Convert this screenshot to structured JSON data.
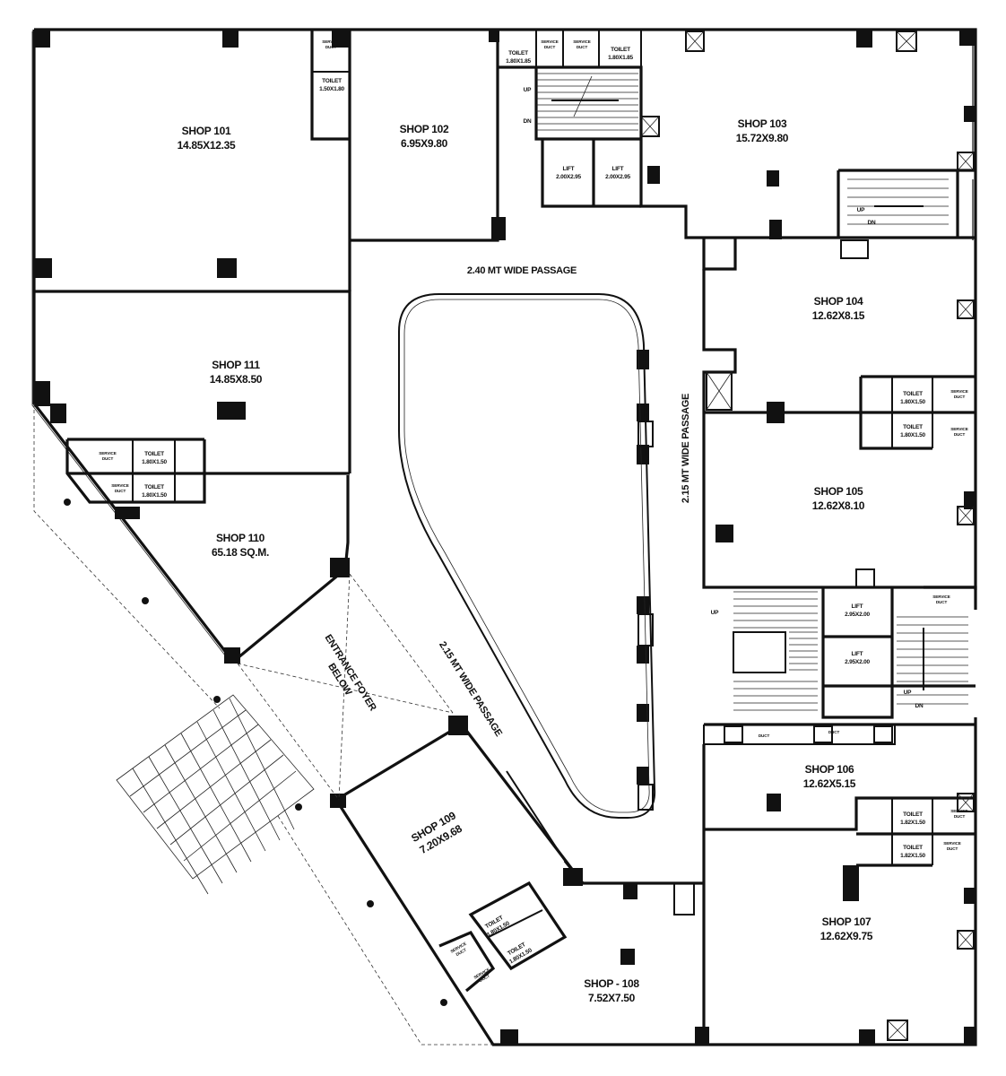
{
  "rooms": {
    "shop101": {
      "name": "SHOP 101",
      "size": "14.85X12.35"
    },
    "shop102": {
      "name": "SHOP 102",
      "size": "6.95X9.80"
    },
    "shop103": {
      "name": "SHOP 103",
      "size": "15.72X9.80"
    },
    "shop104": {
      "name": "SHOP 104",
      "size": "12.62X8.15"
    },
    "shop105": {
      "name": "SHOP 105",
      "size": "12.62X8.10"
    },
    "shop106": {
      "name": "SHOP 106",
      "size": "12.62X5.15"
    },
    "shop107": {
      "name": "SHOP 107",
      "size": "12.62X9.75"
    },
    "shop108": {
      "name": "SHOP - 108",
      "size": "7.52X7.50"
    },
    "shop109": {
      "name": "SHOP 109",
      "size": "7.20X9.68"
    },
    "shop110": {
      "name": "SHOP 110",
      "size": "65.18 SQ.M."
    },
    "shop111": {
      "name": "SHOP 111",
      "size": "14.85X8.50"
    }
  },
  "passages": {
    "top": "2.40 MT WIDE PASSAGE",
    "right": "2.15 MT WIDE PASSAGE",
    "diagonal": "2.15 MT WIDE PASSAGE"
  },
  "foyer": {
    "line1": "ENTRANCE FOYER",
    "line2": "BELOW"
  },
  "services": {
    "toilet": "TOILET",
    "service": "SERVICE",
    "duct": "DUCT",
    "lift": "LIFT",
    "up": "UP",
    "dn": "DN",
    "toilet_101": "1.50X1.80",
    "toilet_102": "1.80X1.85",
    "toilet_103": "1.80X1.85",
    "toilet_110": "1.80X1.50",
    "toilet_104": "1.80X1.50",
    "toilet_106": "1.82X1.50",
    "toilet_108": "1.80X1.50",
    "lift_top": "2.00X2.95",
    "lift_right": "2.95X2.00"
  }
}
